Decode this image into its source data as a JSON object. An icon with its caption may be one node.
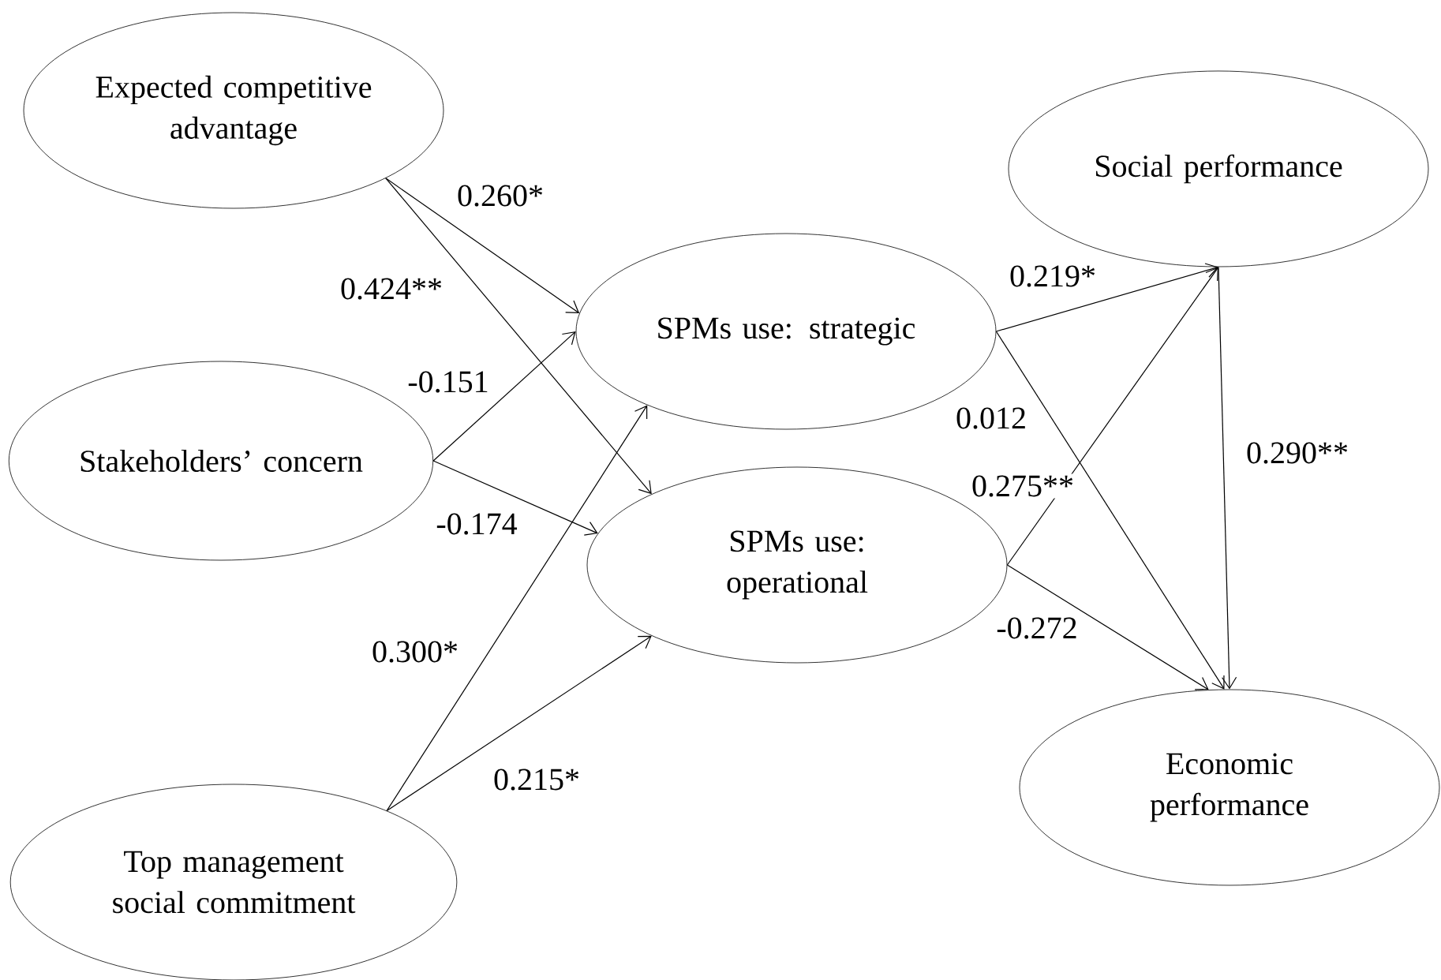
{
  "diagram": {
    "nodes": [
      {
        "text": [
          "Expected competitive advantage"
        ]
      },
      {
        "text": [
          "Stakeholders’ concern"
        ]
      },
      {
        "text": [
          "Top management social commitment"
        ]
      },
      {
        "text": [
          "SPMs use: strategic"
        ]
      },
      {
        "text": [
          "SPMs use: operational"
        ]
      },
      {
        "text": [
          "Social performance"
        ]
      },
      {
        "text": [
          "Economic performance"
        ]
      }
    ],
    "edges": [
      {
        "from": 0,
        "to": 3,
        "arrow": "to",
        "label": "0.260*"
      },
      {
        "from": 0,
        "to": 4,
        "arrow": "to",
        "label": "0.424**"
      },
      {
        "from": 1,
        "to": 3,
        "arrow": "to",
        "label": "-0.151"
      },
      {
        "from": 1,
        "to": 4,
        "arrow": "to",
        "label": "-0.174"
      },
      {
        "from": 2,
        "to": 3,
        "arrow": "to",
        "label": "0.300*"
      },
      {
        "from": 2,
        "to": 4,
        "arrow": "to",
        "label": "0.215*"
      },
      {
        "from": 3,
        "to": 5,
        "arrow": "to",
        "label": "0.219*"
      },
      {
        "from": 3,
        "to": 6,
        "arrow": "to",
        "label": "0.012"
      },
      {
        "from": 4,
        "to": 5,
        "arrow": "to",
        "label": "0.275**"
      },
      {
        "from": 4,
        "to": 6,
        "arrow": "to",
        "label": "-0.272"
      },
      {
        "from": 5,
        "to": 6,
        "arrow": "to",
        "label": "0.290**"
      }
    ]
  }
}
